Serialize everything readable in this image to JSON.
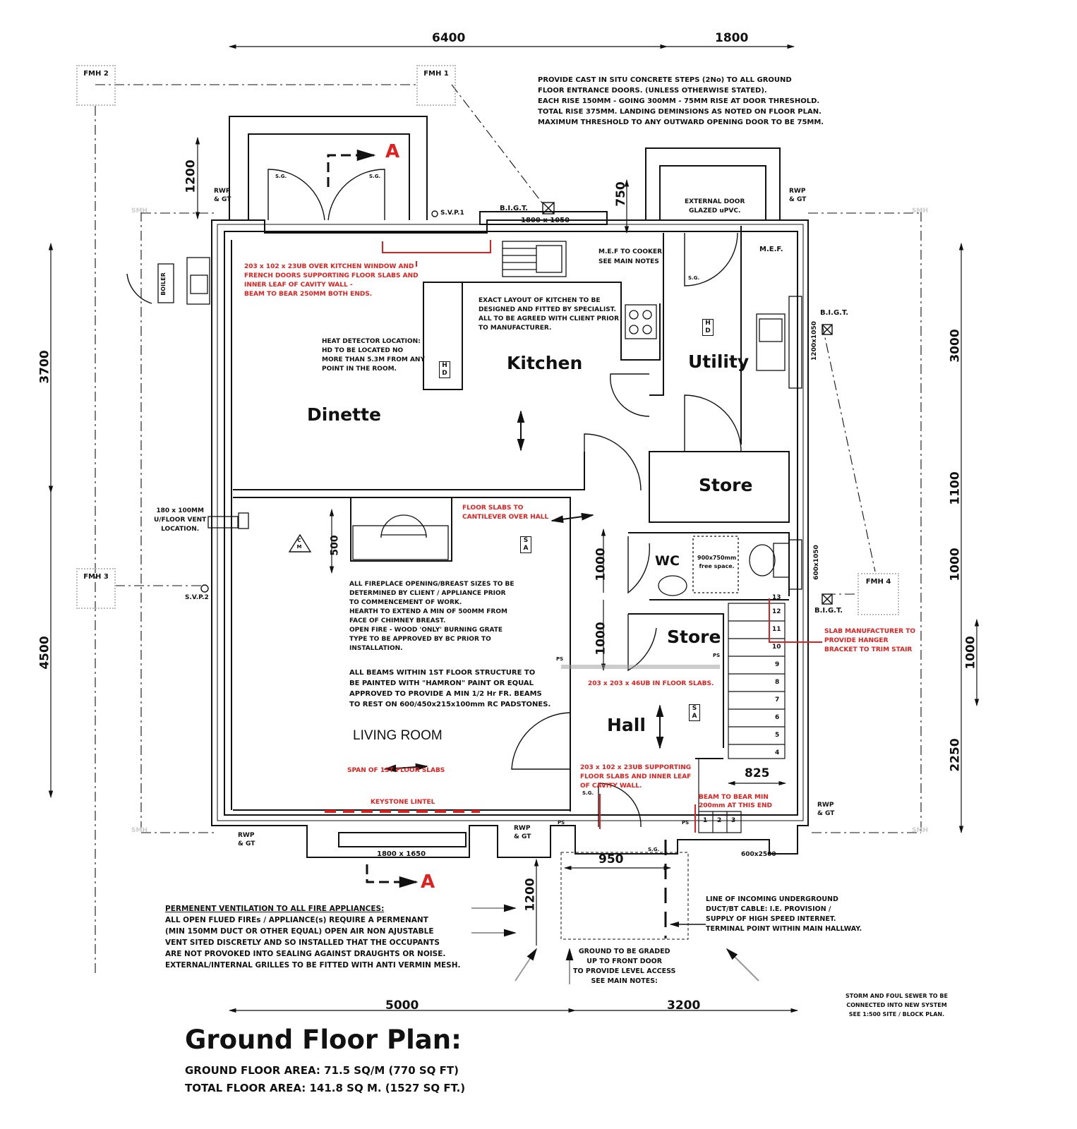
{
  "title": "Ground Floor Plan:",
  "areas": [
    "GROUND FLOOR AREA: 71.5 SQ/M (770 SQ FT)",
    "TOTAL FLOOR AREA: 141.8 SQ M. (1527 SQ FT.)"
  ],
  "rooms": {
    "dinette": "Dinette",
    "kitchen": "Kitchen",
    "utility": "Utility",
    "store_upper": "Store",
    "wc": "WC",
    "store_lower": "Store",
    "hall": "Hall",
    "living": "LIVING ROOM"
  },
  "dims": {
    "top_left": "6400",
    "top_right": "1800",
    "bottom_left": "5000",
    "bottom_right": "3200",
    "left_top": "3700",
    "left_bottom": "4500",
    "right_3000": "3000",
    "right_1100": "1100",
    "right_1000a": "1000",
    "right_1000b": "1000",
    "right_2250": "2250",
    "porch_1200": "1200",
    "porch_750": "750",
    "hall_1000a": "1000",
    "hall_1000b": "1000",
    "breast_500": "500",
    "front_1200": "1200",
    "stair_825": "825",
    "door_950": "950"
  },
  "manholes": {
    "fmh1": "FMH 1",
    "fmh2": "FMH 2",
    "fmh3": "FMH 3",
    "fmh4": "FMH 4",
    "smh": "SMH"
  },
  "section_marks": {
    "top": "A",
    "bottom": "A"
  },
  "notes": {
    "steps": [
      "PROVIDE CAST IN SITU CONCRETE STEPS (2No) TO ALL GROUND",
      "FLOOR ENTRANCE DOORS. (UNLESS OTHERWISE STATED).",
      "EACH RISE 150MM - GOING 300MM - 75MM RISE AT DOOR THRESHOLD.",
      "TOTAL RISE 375MM. LANDING DEMINSIONS AS NOTED ON FLOOR PLAN.",
      "MAXIMUM THRESHOLD TO ANY OUTWARD OPENING DOOR TO BE 75MM."
    ],
    "beam_kitchen": [
      "203 x 102 x 23UB OVER KITCHEN WINDOW AND",
      "FRENCH DOORS SUPPORTING FLOOR SLABS AND",
      "INNER LEAF OF CAVITY WALL -",
      "BEAM TO BEAR 250MM BOTH ENDS."
    ],
    "kitchen_layout": [
      "EXACT LAYOUT OF KITCHEN TO BE",
      "DESIGNED AND FITTED BY SPECIALIST.",
      "ALL TO BE AGREED WITH CLIENT PRIOR",
      "TO MANUFACTURER."
    ],
    "heat_detector": [
      "HEAT DETECTOR LOCATION:",
      "HD TO BE LOCATED NO",
      "MORE THAN 5.3M FROM ANY",
      "POINT IN THE ROOM."
    ],
    "mef_cooker": [
      "M.E.F TO COOKER",
      "SEE MAIN NOTES"
    ],
    "ext_door": [
      "EXTERNAL DOOR",
      "GLAZED uPVC."
    ],
    "floor_vent": [
      "180 x 100MM",
      "U/FLOOR VENT",
      "LOCATION."
    ],
    "cantilever": [
      "FLOOR SLABS TO",
      "CANTILEVER OVER HALL"
    ],
    "fireplace": [
      "ALL FIREPLACE OPENING/BREAST SIZES TO BE",
      "DETERMINED BY CLIENT / APPLIANCE PRIOR",
      "TO COMMENCEMENT OF WORK.",
      "HEARTH TO EXTEND A MIN OF 500MM FROM",
      "FACE OF CHIMNEY BREAST.",
      "OPEN FIRE - WOOD 'ONLY' BURNING GRATE",
      "TYPE TO BE APPROVED BY BC PRIOR TO",
      "INSTALLATION."
    ],
    "beams_paint": [
      "ALL BEAMS WITHIN 1ST FLOOR STRUCTURE TO",
      "BE PAINTED WITH \"HAMRON\" PAINT OR EQUAL",
      "APPROVED TO PROVIDE A MIN 1/2 Hr FR. BEAMS",
      "TO REST ON 600/450x215x100mm RC PADSTONES."
    ],
    "beam_hall": "203 x 203 x 46UB IN FLOOR SLABS.",
    "slab_hanger": [
      "SLAB MANUFACTURER TO",
      "PROVIDE HANGER",
      "BRACKET TO TRIM STAIR"
    ],
    "span": "SPAN OF 1ST FLOOR SLABS",
    "keystone": "KEYSTONE LINTEL",
    "beam_front": [
      "203 x 102 x 23UB SUPPORTING",
      "FLOOR SLABS AND INNER LEAF",
      "OF CAVITY WALL."
    ],
    "beam_bear": [
      "BEAM TO BEAR MIN",
      "200mm AT THIS END"
    ],
    "ventilation": [
      "PERMENENT VENTILATION TO ALL FIRE APPLIANCES:",
      "ALL OPEN FLUED FIREs / APPLIANCE(s) REQUIRE A PERMENANT",
      "(MIN 150MM DUCT OR OTHER EQUAL) OPEN AIR NON AJUSTABLE",
      "VENT SITED DISCRETLY AND SO INSTALLED THAT THE OCCUPANTS",
      "ARE NOT PROVOKED INTO SEALING AGAINST DRAUGHTS OR NOISE.",
      "EXTERNAL/INTERNAL GRILLES TO BE FITTED WITH ANTI VERMIN MESH."
    ],
    "ground_graded": [
      "GROUND TO BE GRADED",
      "UP TO FRONT DOOR",
      "TO PROVIDE LEVEL ACCESS",
      "SEE MAIN NOTES:"
    ],
    "duct": [
      "LINE OF INCOMING UNDERGROUND",
      "DUCT/BT CABLE: I.E. PROVISION /",
      "SUPPLY OF HIGH SPEED INTERNET.",
      "TERMINAL POINT WITHIN MAIN HALLWAY."
    ],
    "sewer": [
      "STORM AND FOUL SEWER TO BE",
      "CONNECTED INTO NEW SYSTEM",
      "SEE 1:500 SITE / BLOCK PLAN."
    ],
    "wc_space": [
      "900x750mm",
      "free space."
    ]
  },
  "labels": {
    "svp1": "S.V.P.1",
    "svp2": "S.V.P.2",
    "bigt": "B.I.G.T.",
    "win_kitchen": "1800 x 1050",
    "win_living": "1800 x 1650",
    "win_front": "600x2500",
    "win_utility": "1200x1050",
    "win_wc": "600x1050",
    "rwp": "RWP",
    "gt": "& GT",
    "mef": "M.E.F.",
    "sg": "S.G.",
    "boiler": "BOILER",
    "ps": "PS",
    "hd": "H D",
    "sa": "S A",
    "cm": "C M"
  },
  "stair_numbers": [
    "1",
    "2",
    "3",
    "4",
    "5",
    "6",
    "7",
    "8",
    "9",
    "10",
    "11",
    "12",
    "13"
  ]
}
